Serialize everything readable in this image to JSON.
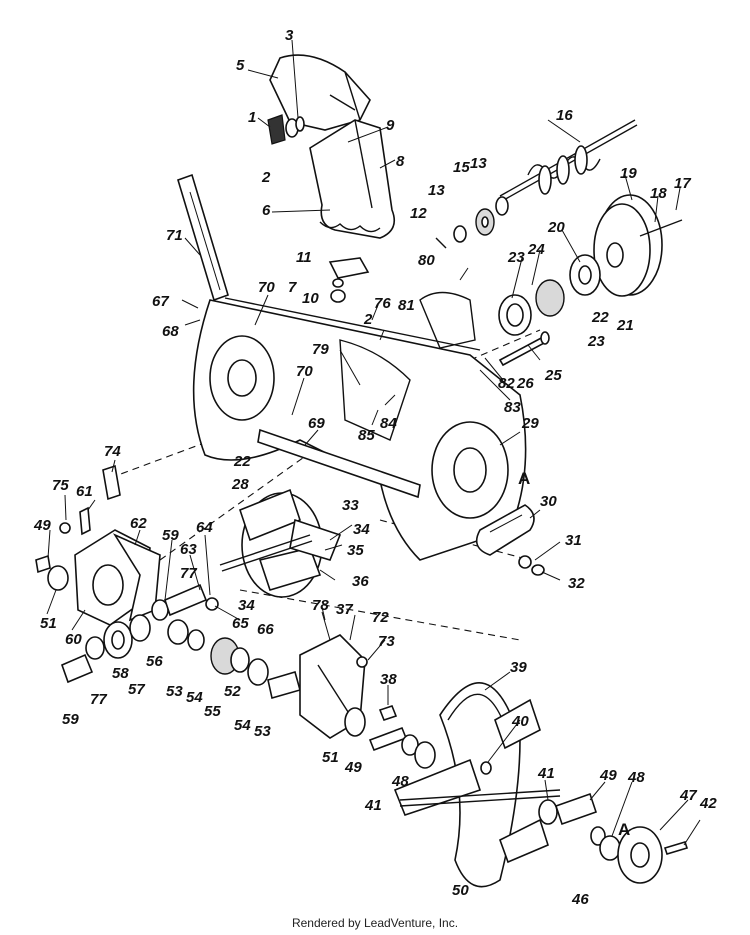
{
  "footer": "Rendered by LeadVenture, Inc.",
  "reference_labels": [
    "A",
    "A"
  ],
  "part_labels": [
    "1",
    "2",
    "3",
    "5",
    "6",
    "7",
    "8",
    "9",
    "10",
    "11",
    "12",
    "13",
    "13",
    "15",
    "16",
    "17",
    "18",
    "19",
    "20",
    "21",
    "22",
    "22",
    "23",
    "23",
    "24",
    "25",
    "26",
    "28",
    "29",
    "30",
    "31",
    "32",
    "33",
    "34",
    "34",
    "35",
    "36",
    "37",
    "38",
    "39",
    "40",
    "41",
    "41",
    "42",
    "46",
    "47",
    "48",
    "48",
    "49",
    "49",
    "49",
    "50",
    "51",
    "51",
    "52",
    "53",
    "53",
    "54",
    "54",
    "55",
    "56",
    "57",
    "58",
    "59",
    "59",
    "60",
    "61",
    "62",
    "63",
    "64",
    "65",
    "66",
    "67",
    "68",
    "69",
    "70",
    "70",
    "71",
    "72",
    "73",
    "74",
    "75",
    "76",
    "77",
    "77",
    "78",
    "79",
    "80",
    "81",
    "82",
    "83",
    "84",
    "85",
    "2"
  ]
}
